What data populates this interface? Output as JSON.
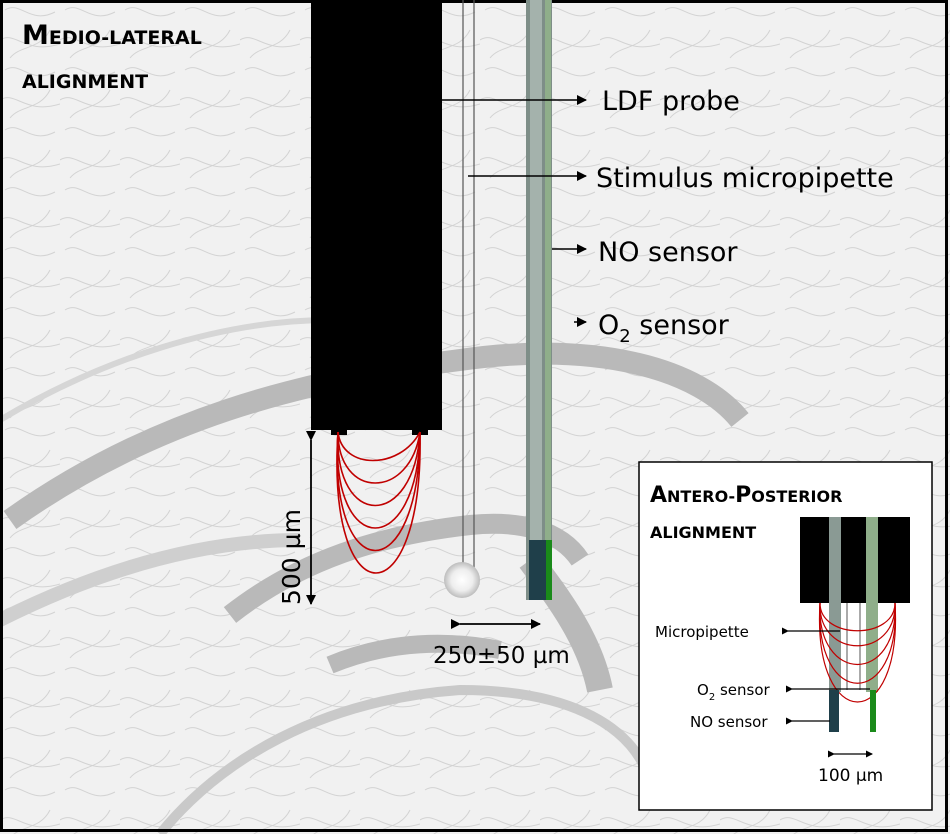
{
  "main_panel": {
    "title_initial": "M",
    "title_line1_rest": "EDIO-LATERAL",
    "title_line2": "ALIGNMENT"
  },
  "labels": {
    "ldf_probe": "LDF probe",
    "stimulus_micropipette": "Stimulus micropipette",
    "no_sensor": "NO sensor",
    "o2_sensor_prefix": "O",
    "o2_sensor_sub": "2",
    "o2_sensor_suffix": " sensor",
    "depth_scale": "500  µm",
    "spacing_scale": "250±50 µm"
  },
  "inset": {
    "title_initial": "A",
    "title_line1_rest": "NTERO-",
    "title_initial2": "P",
    "title_line1_rest2": "OSTERIOR",
    "title_line2": "ALIGNMENT",
    "micropipette": "Micropipette",
    "o2_prefix": "O",
    "o2_sub": "2",
    "o2_suffix": " sensor",
    "no_sensor": "NO sensor",
    "spacing": "100 µm"
  },
  "colors": {
    "probe_black": "#000000",
    "field_line_red": "#c00000",
    "no_sensor_green": "#1a8a1a",
    "o2_sensor_dark": "#1f3f4a",
    "sensor_grey": "#8a9a94",
    "tissue_grey": "#b9b9b9",
    "background_light": "#f1f1f1"
  }
}
